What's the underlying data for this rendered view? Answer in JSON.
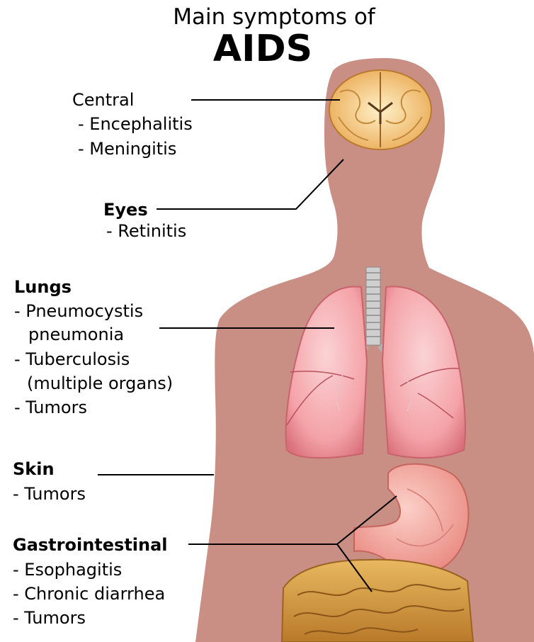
{
  "title": {
    "line1": "Main symptoms of",
    "line2": "AIDS"
  },
  "colors": {
    "body": "#c98f84",
    "brain": "#f2c27a",
    "lung": "#f4a3a8",
    "stomach": "#f3a59e",
    "intestine": "#d9a54a",
    "trachea": "#c9c9c9",
    "leader": "#000000"
  },
  "labels": {
    "central": {
      "heading": "Central",
      "items": [
        "- Encephalitis",
        "- Meningitis"
      ]
    },
    "eyes": {
      "heading": "Eyes",
      "items": [
        "- Retinitis"
      ]
    },
    "lungs": {
      "heading": "Lungs",
      "items": [
        "- Pneumocystis",
        "pneumonia",
        "- Tuberculosis",
        "(multiple organs)",
        "- Tumors"
      ]
    },
    "skin": {
      "heading": "Skin",
      "items": [
        "- Tumors"
      ]
    },
    "gastro": {
      "heading": "Gastrointestinal",
      "items": [
        "- Esophagitis",
        "- Chronic diarrhea",
        "- Tumors"
      ]
    }
  }
}
